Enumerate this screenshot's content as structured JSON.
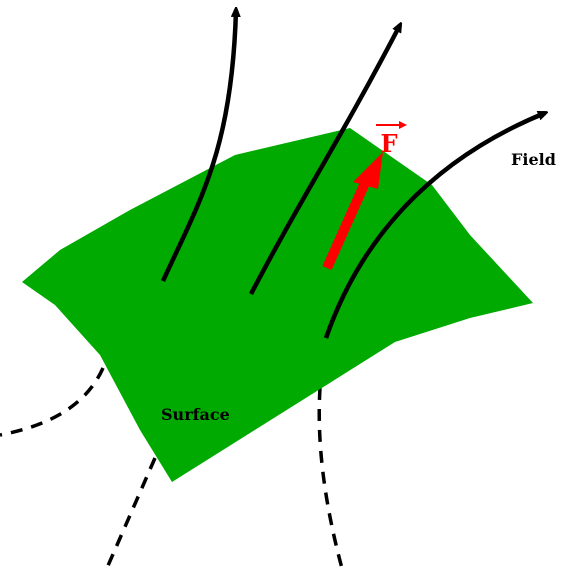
{
  "labels": {
    "surface": "Surface",
    "field": "Field",
    "force": "F"
  },
  "colors": {
    "surface_fill": "#00aa00",
    "field_line": "#000000",
    "force_vector": "#ff0000",
    "background": "#ffffff"
  },
  "field_lines": {
    "count": 3,
    "style": "solid-above-surface, dashed-below-surface"
  }
}
